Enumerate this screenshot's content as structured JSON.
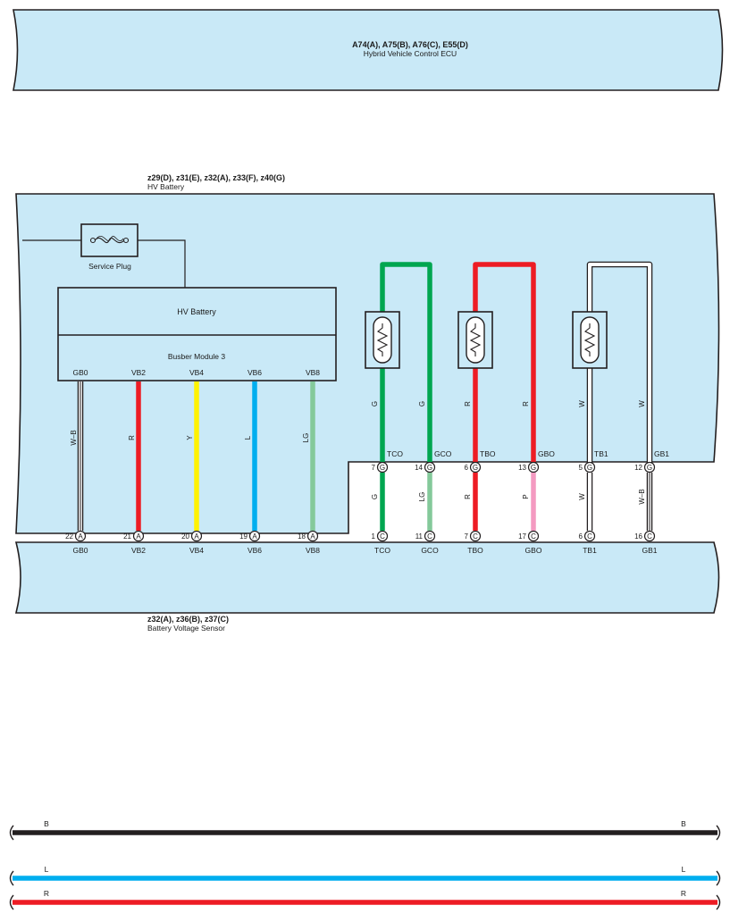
{
  "colors": {
    "panel": "#c9e9f7",
    "outline": "#231f20",
    "G": "#00a650",
    "R": "#ed1c24",
    "Y": "#fff200",
    "L": "#00aeef",
    "LG": "#84c99a",
    "P": "#f49ac1",
    "W": "#ffffff",
    "B": "#231f20"
  },
  "ecu": {
    "codes": "A74(A), A75(B), A76(C), E55(D)",
    "name": "Hybrid Vehicle Control ECU"
  },
  "hv_battery": {
    "codes": "z29(D), z31(E), z32(A), z33(F), z40(G)",
    "name": "HV Battery",
    "service_plug": "Service Plug",
    "inner_title": "HV Battery",
    "busbar_title": "Busber Module 3",
    "busbar_pins": [
      "GB0",
      "VB2",
      "VB4",
      "VB6",
      "VB8"
    ],
    "busbar_wires": [
      "W–B",
      "R",
      "Y",
      "L",
      "LG"
    ],
    "sensor_upper_wires": [
      "G",
      "G",
      "R",
      "R",
      "W",
      "W"
    ],
    "sensor_terms": [
      "TCO",
      "GCO",
      "TBO",
      "GBO",
      "TB1",
      "GB1"
    ],
    "g_pins": [
      "7",
      "14",
      "6",
      "13",
      "5",
      "12"
    ],
    "g_conn": "G",
    "lower_wires": [
      "G",
      "LG",
      "R",
      "P",
      "W",
      "W–B"
    ]
  },
  "sensor": {
    "codes": "z32(A), z36(B), z37(C)",
    "name": "Battery Voltage Sensor",
    "a_pins": [
      "22",
      "21",
      "20",
      "19",
      "18"
    ],
    "a_conn": "A",
    "a_labels": [
      "GB0",
      "VB2",
      "VB4",
      "VB6",
      "VB8"
    ],
    "c_pins": [
      "1",
      "11",
      "7",
      "17",
      "6",
      "16"
    ],
    "c_conn": "C",
    "c_labels": [
      "TCO",
      "GCO",
      "TBO",
      "GBO",
      "TB1",
      "GB1"
    ]
  },
  "bottom_lines": [
    {
      "label": "B",
      "color": "#231f20"
    },
    {
      "label": "L",
      "color": "#00aeef"
    },
    {
      "label": "R",
      "color": "#ed1c24"
    }
  ]
}
